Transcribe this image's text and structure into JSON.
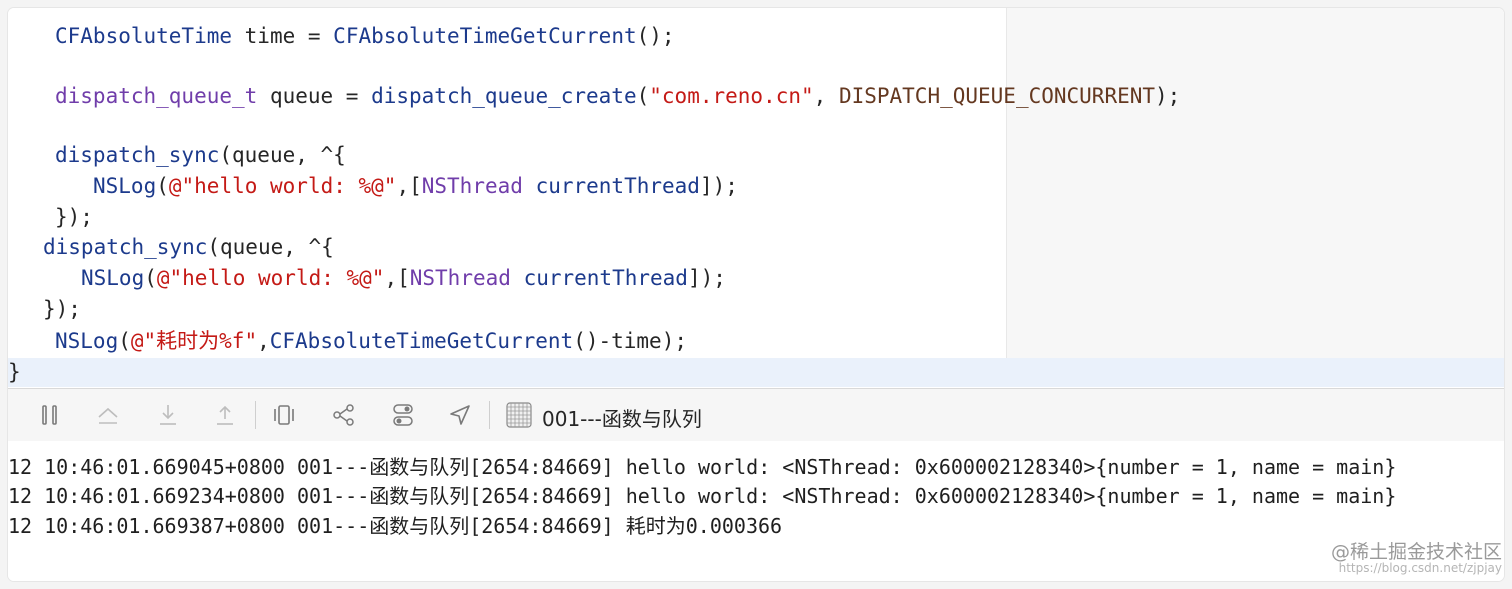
{
  "editor": {
    "lines": {
      "l1a": "CFAbsoluteTime",
      "l1b": " time = ",
      "l1c": "CFAbsoluteTimeGetCurrent",
      "l1d": "();",
      "l2a": "dispatch_queue_t",
      "l2b": " queue = ",
      "l2c": "dispatch_queue_create",
      "l2d": "(",
      "l2e": "\"com.reno.cn\"",
      "l2f": ", ",
      "l2g": "DISPATCH_QUEUE_CONCURRENT",
      "l2h": ");",
      "l3a": "dispatch_sync",
      "l3b": "(queue, ^{",
      "l4a": "NSLog",
      "l4b": "(",
      "l4c": "@\"hello world: %@\"",
      "l4d": ",[",
      "l4e": "NSThread",
      "l4f": " ",
      "l4g": "currentThread",
      "l4h": "]);",
      "l5": "});",
      "l6a": "dispatch_sync",
      "l6b": "(queue, ^{",
      "l7a": "NSLog",
      "l7b": "(",
      "l7c": "@\"hello world: %@\"",
      "l7d": ",[",
      "l7e": "NSThread",
      "l7f": " ",
      "l7g": "currentThread",
      "l7h": "]);",
      "l8": "});",
      "l9a": "NSLog",
      "l9b": "(",
      "l9c": "@\"耗时为%f\"",
      "l9d": ",",
      "l9e": "CFAbsoluteTimeGetCurrent",
      "l9f": "()-time);",
      "l10": "}"
    }
  },
  "toolbar": {
    "target_label": "001---函数与队列"
  },
  "console": {
    "lines": [
      "12 10:46:01.669045+0800 001---函数与队列[2654:84669] hello world: <NSThread: 0x600002128340>{number = 1, name = main}",
      "12 10:46:01.669234+0800 001---函数与队列[2654:84669] hello world: <NSThread: 0x600002128340>{number = 1, name = main}",
      "12 10:46:01.669387+0800 001---函数与队列[2654:84669] 耗时为0.000366"
    ]
  },
  "watermark": {
    "main": "@稀土掘金技术社区",
    "sub": "https://blog.csdn.net/zjpjay"
  },
  "colors": {
    "type": "#703daa",
    "function": "#1c3a8c",
    "string": "#c41a16",
    "macro": "#643820",
    "highlight": "#eaf1fb"
  },
  "icons": [
    "pause-icon",
    "step-over-icon",
    "step-into-icon",
    "step-out-icon",
    "view-hierarchy-icon",
    "memory-graph-icon",
    "environment-icon",
    "location-icon",
    "target-icon"
  ]
}
